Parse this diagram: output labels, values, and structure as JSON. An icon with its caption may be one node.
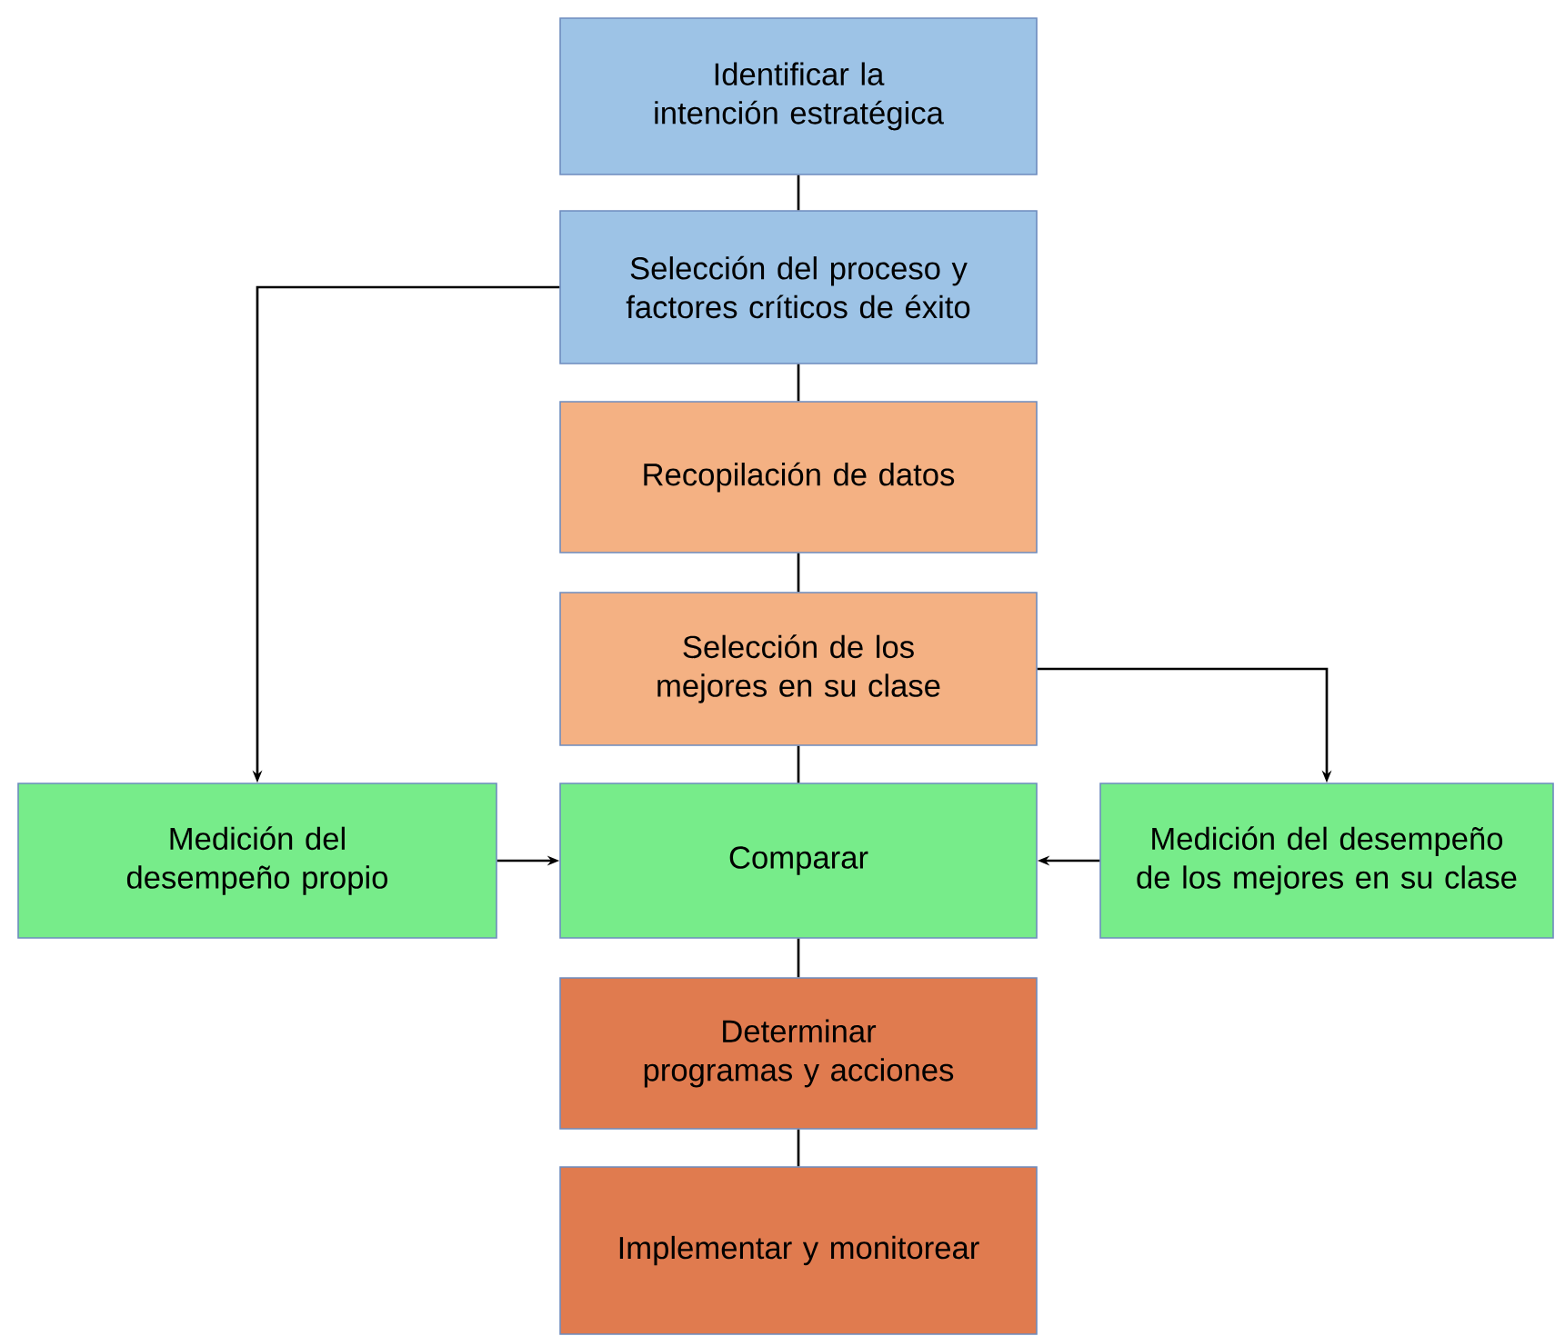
{
  "diagram": {
    "nodes": [
      {
        "text": [
          "Identificar la intención estratégica"
        ]
      },
      {
        "text": [
          "Selección del proceso y factores críticos de éxito"
        ]
      },
      {
        "text": [
          "Recopilación de datos"
        ]
      },
      {
        "text": [
          "Selección de los mejores en su clase"
        ]
      },
      {
        "text": [
          "Medición del desempeño propio"
        ]
      },
      {
        "text": [
          "Comparar"
        ]
      },
      {
        "text": [
          "Medición del desempeño de los mejores en su clase"
        ]
      },
      {
        "text": [
          "Determinar programas y acciones"
        ]
      },
      {
        "text": [
          "Implementar y monitorear"
        ]
      }
    ],
    "edges": [
      {
        "from": 0,
        "to": 1,
        "arrow": "none"
      },
      {
        "from": 1,
        "to": 2,
        "arrow": "none"
      },
      {
        "from": 2,
        "to": 3,
        "arrow": "none"
      },
      {
        "from": 1,
        "to": 4,
        "arrow": "to"
      },
      {
        "from": 3,
        "to": 6,
        "arrow": "to"
      },
      {
        "from": 3,
        "to": 5,
        "arrow": "none"
      },
      {
        "from": 4,
        "to": 5,
        "arrow": "to"
      },
      {
        "from": 6,
        "to": 5,
        "arrow": "to"
      },
      {
        "from": 5,
        "to": 7,
        "arrow": "none"
      },
      {
        "from": 7,
        "to": 8,
        "arrow": "none"
      }
    ]
  }
}
